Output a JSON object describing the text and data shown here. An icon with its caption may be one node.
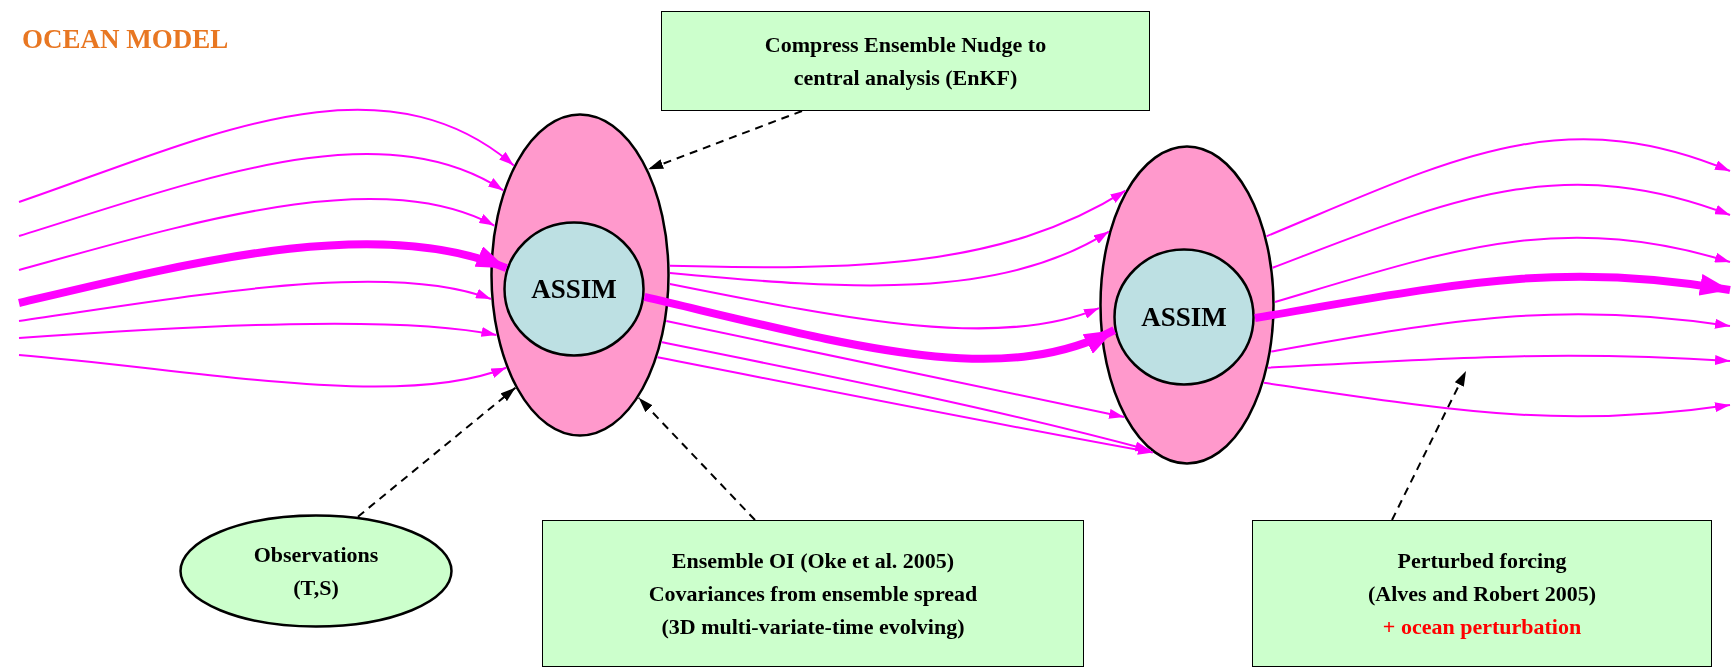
{
  "diagram": {
    "title": "OCEAN MODEL",
    "nodes": [
      {
        "text": [
          "Compress Ensemble Nudge to central analysis (EnKF)"
        ]
      },
      {
        "text": [],
        "shape": "ellipse"
      },
      {
        "text": [
          "ASSIM"
        ],
        "in": 1
      },
      {
        "text": [],
        "shape": "ellipse"
      },
      {
        "text": [
          "ASSIM"
        ],
        "in": 3
      },
      {
        "text": [
          "Observations (T,S)"
        ]
      },
      {
        "text": [
          "Ensemble OI (Oke et al. 2005)",
          "Covariances from ensemble spread",
          "(3D multi-variate-time evolving)"
        ]
      },
      {
        "text": [
          "Perturbed forcing",
          "(Alves and Robert 2005)",
          "+ ocean perturbation"
        ]
      }
    ],
    "edges": [
      {
        "from": null,
        "to": 1,
        "arrow": "to"
      },
      {
        "from": null,
        "to": 1,
        "arrow": "to"
      },
      {
        "from": null,
        "to": 1,
        "arrow": "to"
      },
      {
        "from": null,
        "to": 2,
        "arrow": "to",
        "style": "thick"
      },
      {
        "from": null,
        "to": 1,
        "arrow": "to"
      },
      {
        "from": null,
        "to": 1,
        "arrow": "to"
      },
      {
        "from": null,
        "to": 1,
        "arrow": "to"
      },
      {
        "from": 1,
        "to": 3,
        "arrow": "to"
      },
      {
        "from": 1,
        "to": 3,
        "arrow": "to"
      },
      {
        "from": 1,
        "to": 3,
        "arrow": "to"
      },
      {
        "from": 2,
        "to": 4,
        "arrow": "to",
        "style": "thick"
      },
      {
        "from": 1,
        "to": 3,
        "arrow": "to"
      },
      {
        "from": 1,
        "to": 3,
        "arrow": "to"
      },
      {
        "from": 1,
        "to": 3,
        "arrow": "to"
      },
      {
        "from": 3,
        "to": null,
        "arrow": "to"
      },
      {
        "from": 3,
        "to": null,
        "arrow": "to"
      },
      {
        "from": 3,
        "to": null,
        "arrow": "to"
      },
      {
        "from": 4,
        "to": null,
        "arrow": "to",
        "style": "thick"
      },
      {
        "from": 3,
        "to": null,
        "arrow": "to"
      },
      {
        "from": 3,
        "to": null,
        "arrow": "to"
      },
      {
        "from": 3,
        "to": null,
        "arrow": "to"
      },
      {
        "from": 0,
        "to": 1,
        "arrow": "to",
        "style": "dashed",
        "color": "#000000"
      },
      {
        "from": 5,
        "to": 1,
        "arrow": "to",
        "style": "dashed",
        "color": "#000000"
      },
      {
        "from": 6,
        "to": 1,
        "arrow": "to",
        "style": "dashed",
        "color": "#000000"
      },
      {
        "from": 7,
        "to": null,
        "arrow": "to",
        "style": "dashed",
        "color": "#000000"
      }
    ]
  }
}
